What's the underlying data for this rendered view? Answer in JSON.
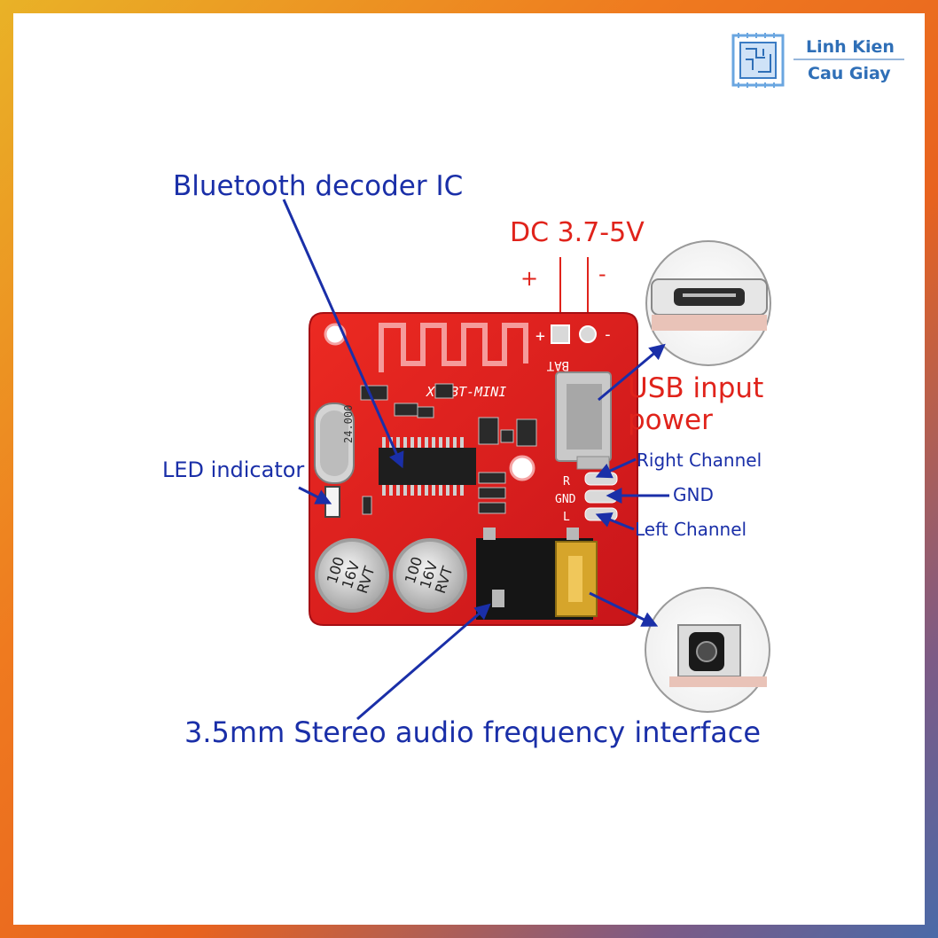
{
  "logo": {
    "line1": "Linh Kien",
    "line2": "Cau Giay"
  },
  "labels": {
    "decoder_ic": "Bluetooth decoder IC",
    "dc_voltage": "DC 3.7-5V",
    "plus": "+",
    "minus": "-",
    "usb_line1": "USB input",
    "usb_line2": "power",
    "right_channel": "Right Channel",
    "gnd": "GND",
    "left_channel": "Left Channel",
    "led_indicator": "LED indicator",
    "audio_interface": "3.5mm Stereo audio frequency interface"
  },
  "pcb": {
    "model": "XY-BT-MINI",
    "bat": "BAT",
    "crystal": "24.000",
    "cap_value": "100",
    "cap_voltage": "16V",
    "cap_brand": "RVT",
    "pad_r": "R",
    "pad_gnd": "GND",
    "pad_l": "L",
    "pad_plus": "+",
    "pad_minus": "-"
  },
  "colors": {
    "pcb_red": "#e3201d",
    "label_blue": "#1a2fa8",
    "label_red": "#e0231b",
    "arrow_blue": "#1a2fa8"
  },
  "icons": {
    "logo": "circuit-chip-icon",
    "usb_detail": "micro-usb-port-icon",
    "jack_detail": "audio-jack-port-icon"
  }
}
